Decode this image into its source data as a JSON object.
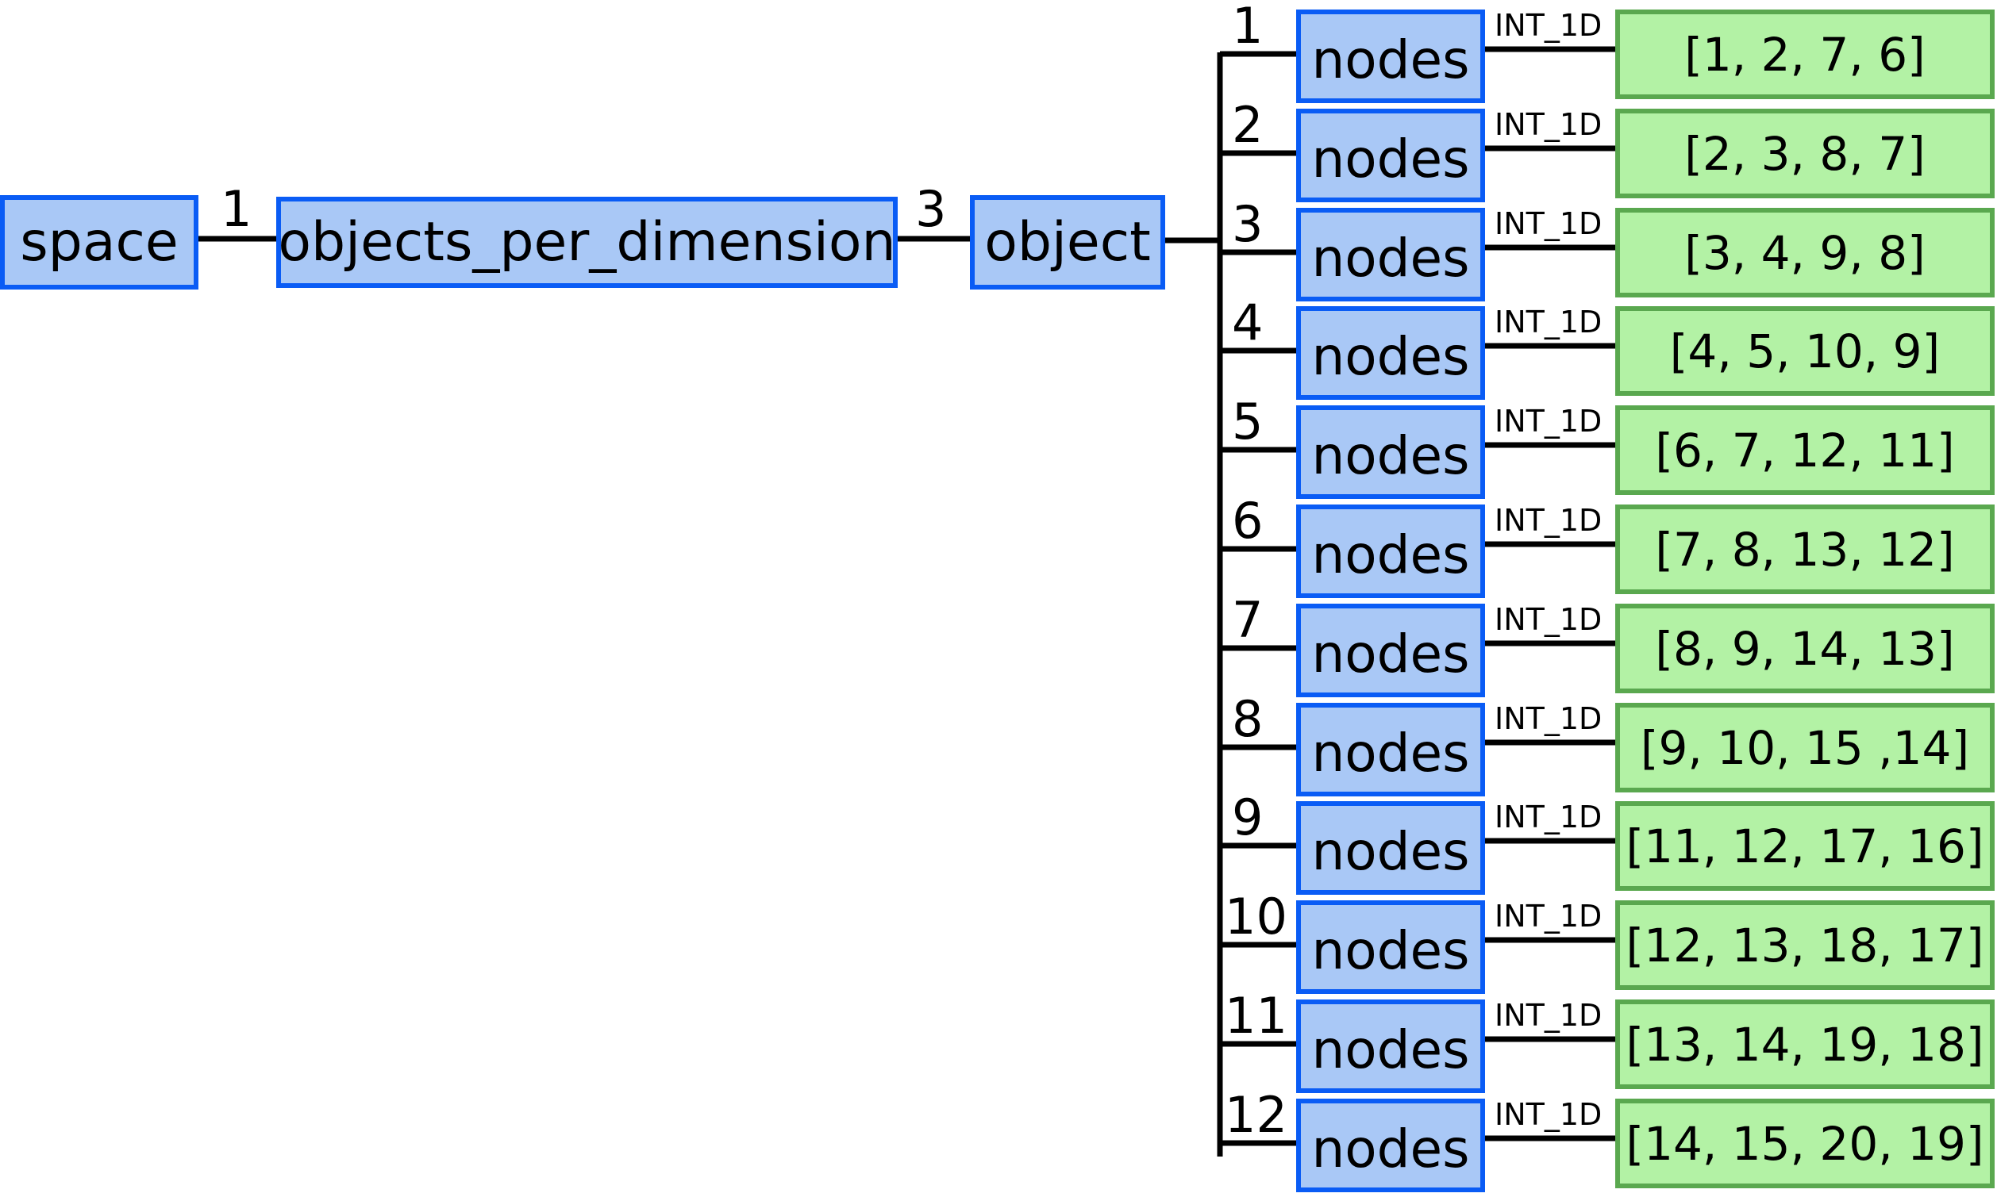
{
  "diagram": {
    "root": {
      "label": "space"
    },
    "chain": [
      {
        "edge_label": "1",
        "label": "objects_per_dimension"
      },
      {
        "edge_label": "3",
        "label": "object"
      }
    ],
    "children": [
      {
        "index": "1",
        "label": "nodes",
        "type": "INT_1D",
        "value": "[1, 2, 7, 6]"
      },
      {
        "index": "2",
        "label": "nodes",
        "type": "INT_1D",
        "value": "[2, 3, 8, 7]"
      },
      {
        "index": "3",
        "label": "nodes",
        "type": "INT_1D",
        "value": "[3, 4, 9, 8]"
      },
      {
        "index": "4",
        "label": "nodes",
        "type": "INT_1D",
        "value": "[4, 5, 10, 9]"
      },
      {
        "index": "5",
        "label": "nodes",
        "type": "INT_1D",
        "value": "[6, 7, 12, 11]"
      },
      {
        "index": "6",
        "label": "nodes",
        "type": "INT_1D",
        "value": "[7, 8, 13, 12]"
      },
      {
        "index": "7",
        "label": "nodes",
        "type": "INT_1D",
        "value": "[8, 9, 14, 13]"
      },
      {
        "index": "8",
        "label": "nodes",
        "type": "INT_1D",
        "value": "[9, 10, 15 ,14]"
      },
      {
        "index": "9",
        "label": "nodes",
        "type": "INT_1D",
        "value": "[11, 12, 17, 16]"
      },
      {
        "index": "10",
        "label": "nodes",
        "type": "INT_1D",
        "value": "[12, 13, 18, 17]"
      },
      {
        "index": "11",
        "label": "nodes",
        "type": "INT_1D",
        "value": "[13, 14, 19, 18]"
      },
      {
        "index": "12",
        "label": "nodes",
        "type": "INT_1D",
        "value": "[14, 15, 20, 19]"
      }
    ],
    "colors": {
      "node_fill": "#a9c8f6",
      "node_border": "#0a5cf5",
      "value_fill": "#b3f2a5",
      "value_border": "#5aa84f",
      "edge": "#000000"
    }
  }
}
